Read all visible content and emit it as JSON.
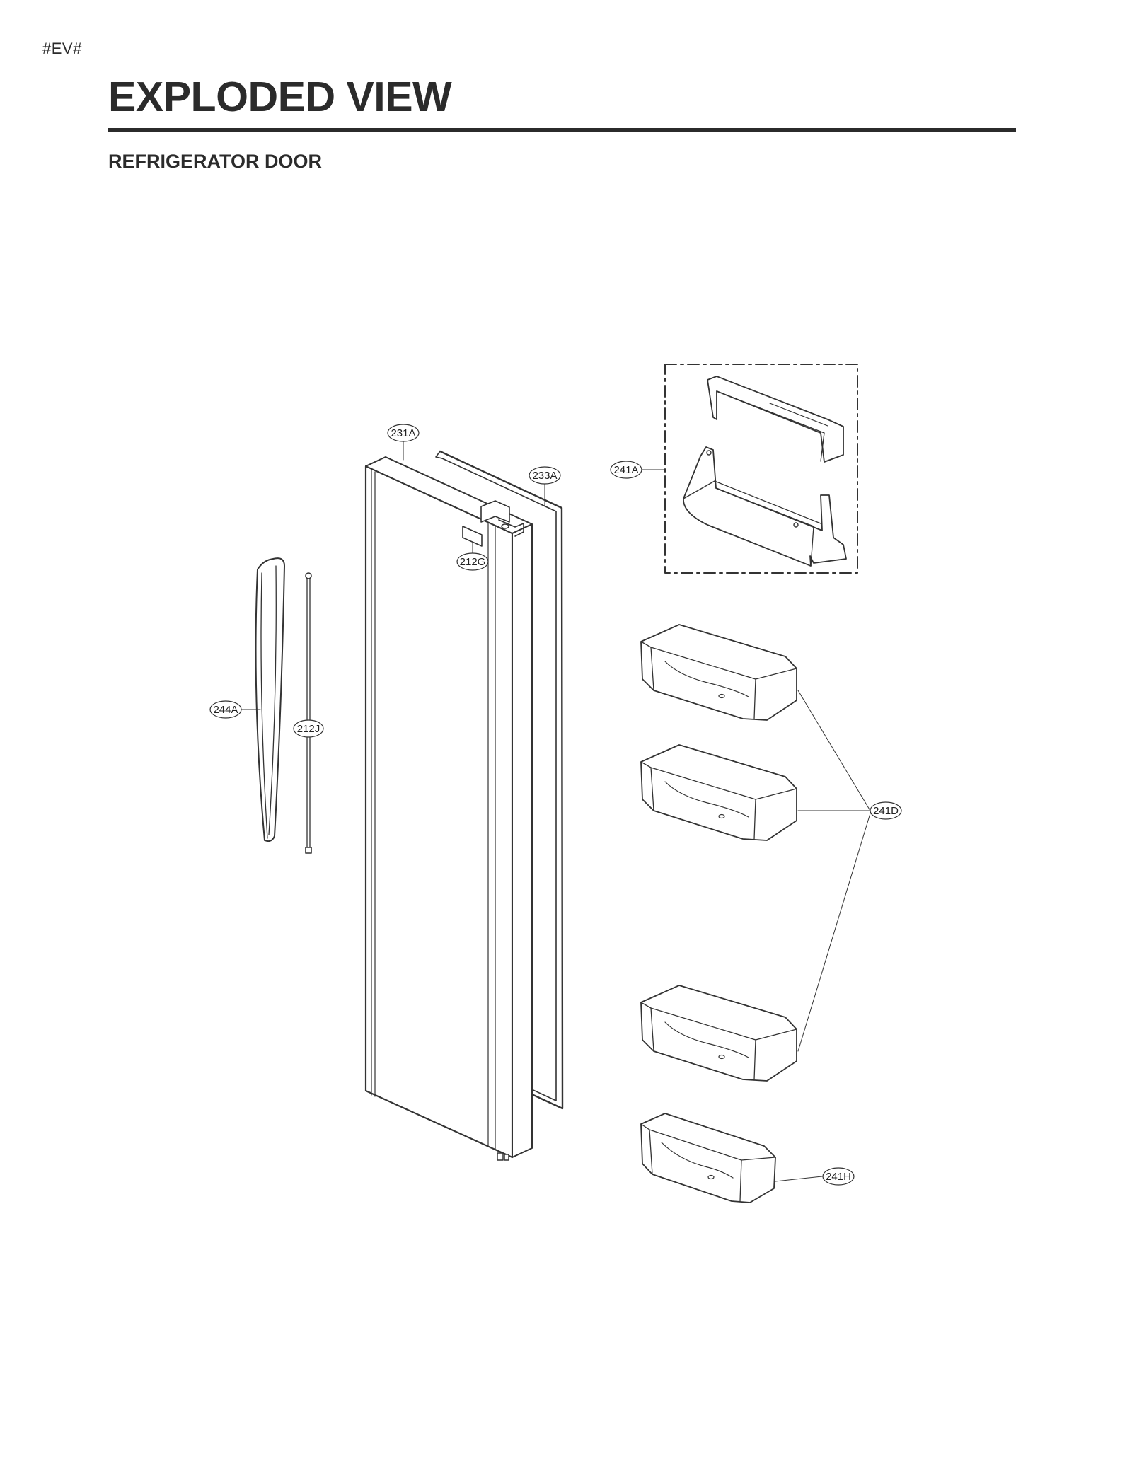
{
  "header": {
    "tag": "#EV#",
    "title": "EXPLODED VIEW",
    "section": "REFRIGERATOR DOOR"
  },
  "callouts": [
    {
      "id": "231A",
      "label": "231A"
    },
    {
      "id": "233A",
      "label": "233A"
    },
    {
      "id": "212G",
      "label": "212G"
    },
    {
      "id": "241A",
      "label": "241A"
    },
    {
      "id": "244A",
      "label": "244A"
    },
    {
      "id": "212J",
      "label": "212J"
    },
    {
      "id": "241D",
      "label": "241D"
    },
    {
      "id": "241H",
      "label": "241H"
    }
  ],
  "colors": {
    "ink": "#2b2b2b",
    "line": "#333333",
    "background": "#ffffff"
  }
}
